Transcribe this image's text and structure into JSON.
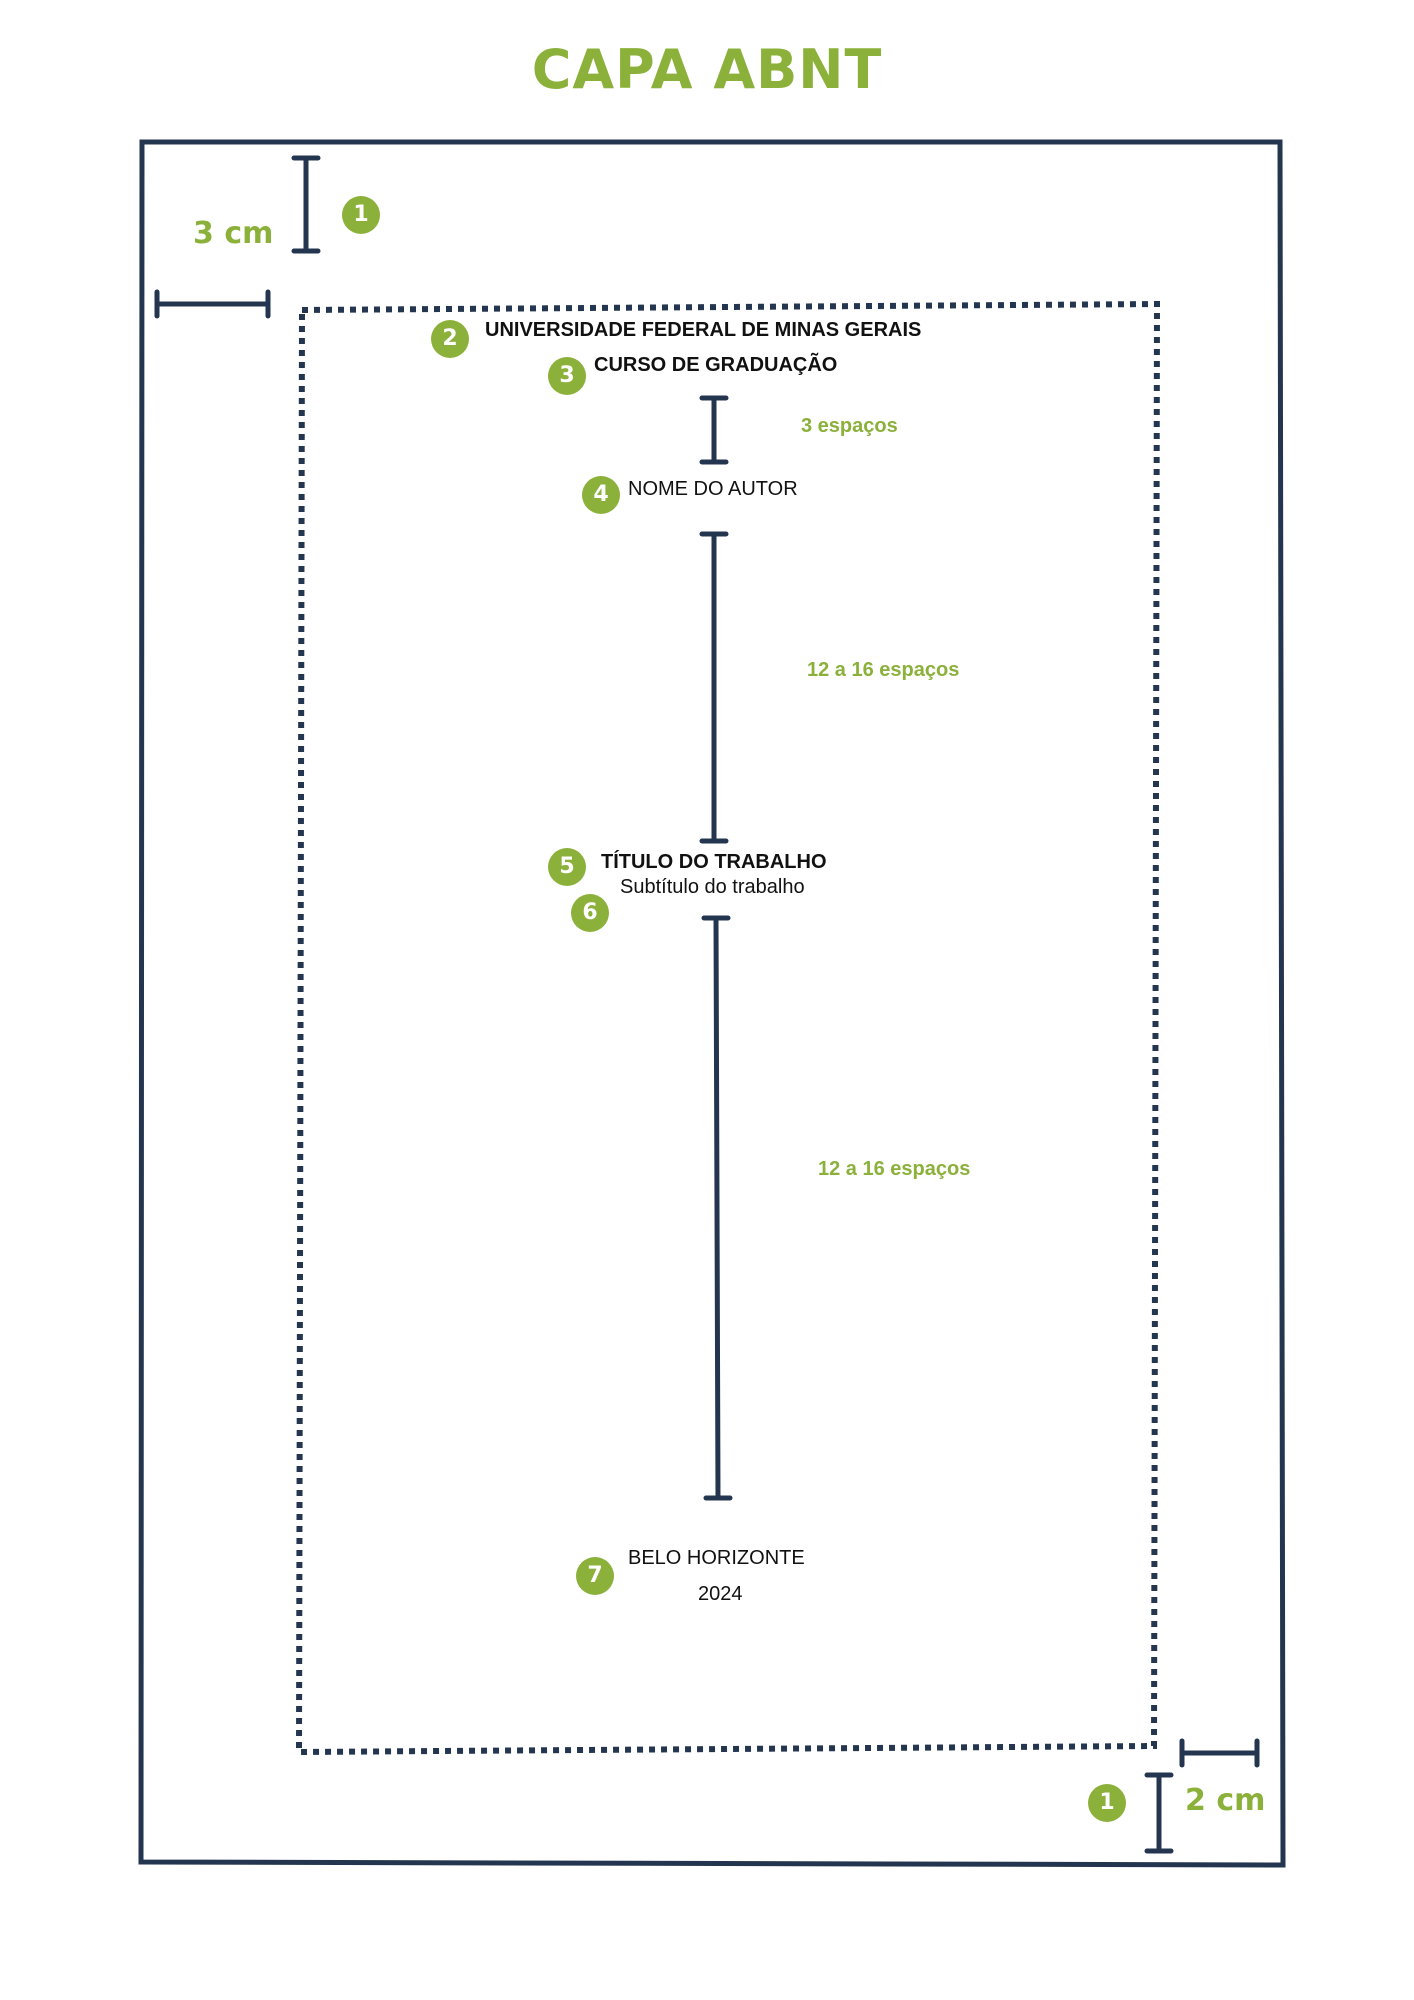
{
  "title": "CAPA ABNT",
  "colors": {
    "accent": "#8BB13B",
    "navy": "#24364F",
    "text": "#111111"
  },
  "margins": {
    "top_left": "3 cm",
    "bottom_right": "2 cm"
  },
  "spacing": {
    "small": "3 espaços",
    "large_1": "12 a 16 espaços",
    "large_2": "12 a 16 espaços"
  },
  "content": {
    "institution": "UNIVERSIDADE FEDERAL DE MINAS GERAIS",
    "course": "CURSO DE GRADUAÇÃO",
    "author": "NOME DO AUTOR",
    "work_title": "TÍTULO DO TRABALHO",
    "subtitle": "Subtítulo do trabalho",
    "city": "BELO HORIZONTE",
    "year": "2024"
  },
  "markers": [
    "1",
    "2",
    "3",
    "4",
    "5",
    "6",
    "7",
    "1"
  ]
}
